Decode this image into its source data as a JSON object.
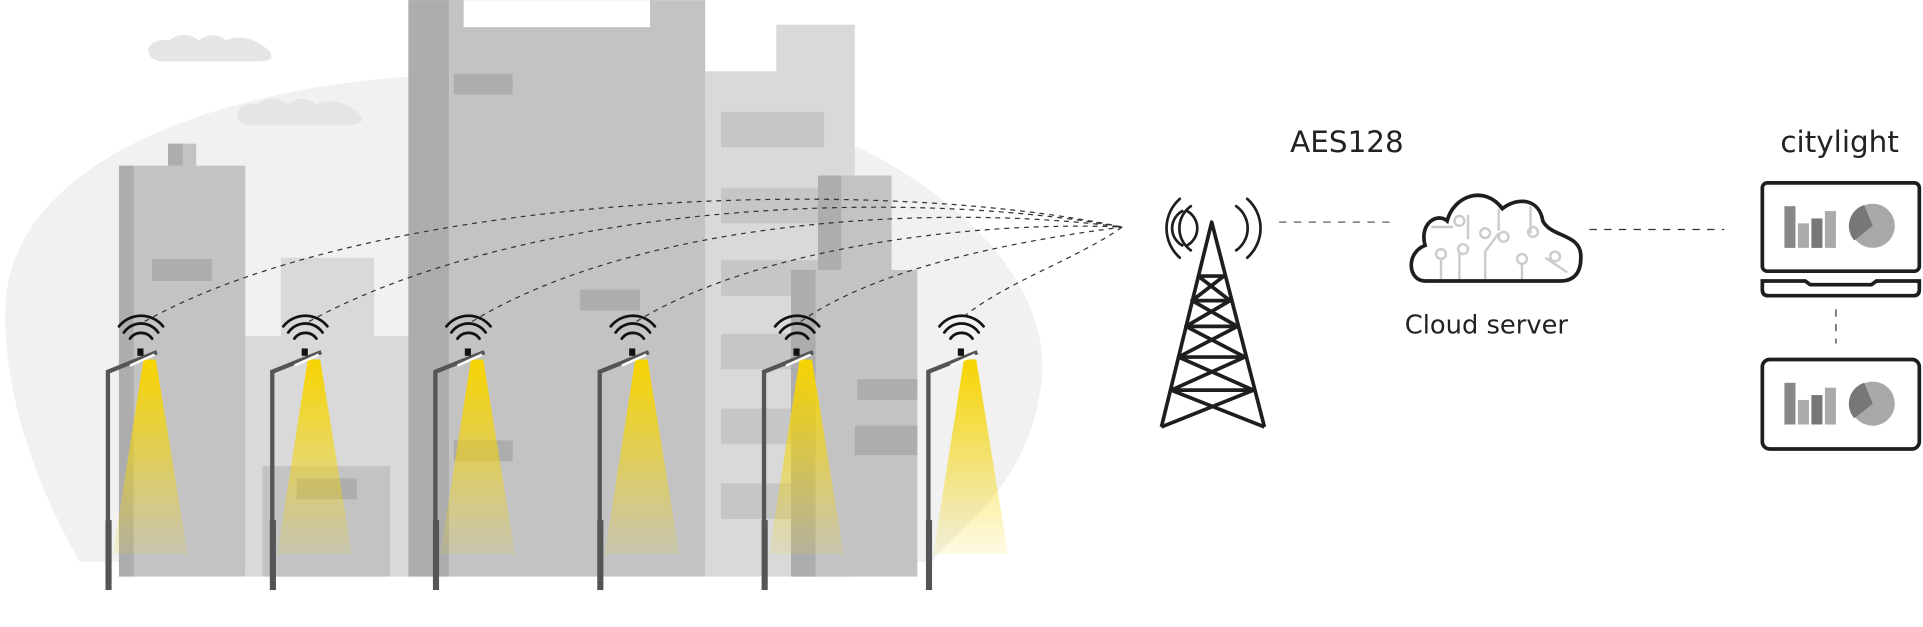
{
  "labels": {
    "encryption": "AES128",
    "cloud": "Cloud server",
    "brand": "citylight"
  },
  "colors": {
    "light": "#f5d60a",
    "building": "#c3c3c3",
    "building_light": "#d9d9d9",
    "building_dark": "#adadad",
    "stroke": "#222222"
  },
  "lamps": [
    {
      "id": 1
    },
    {
      "id": 2
    },
    {
      "id": 3
    },
    {
      "id": 4
    },
    {
      "id": 5
    },
    {
      "id": 6
    }
  ]
}
